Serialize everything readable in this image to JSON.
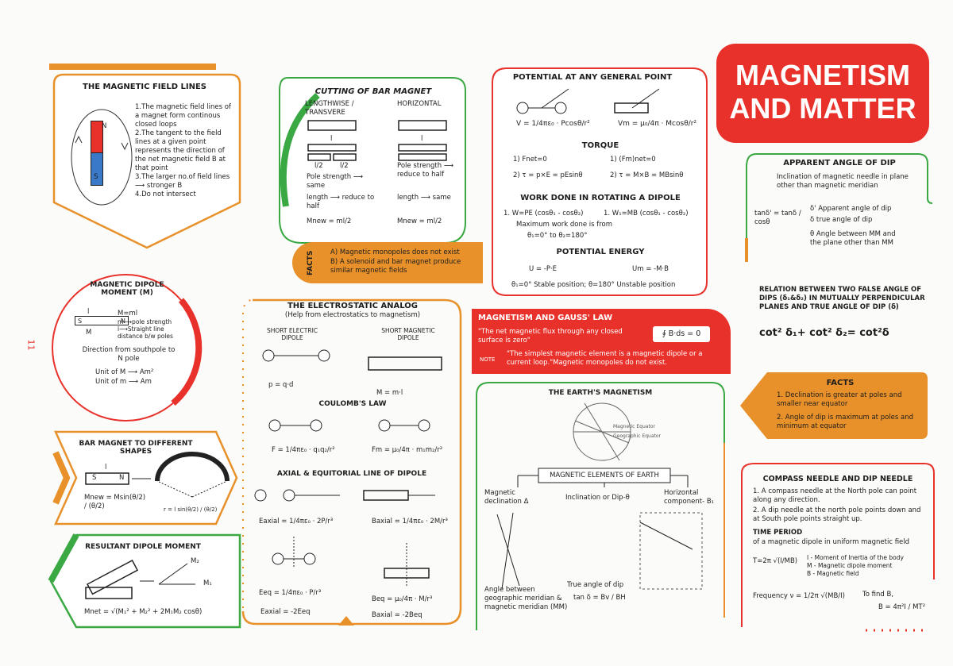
{
  "page_number": "11",
  "title": {
    "line1": "MAGNETISM",
    "line2": "AND MATTER"
  },
  "colors": {
    "red": "#e8312b",
    "green": "#3aa843",
    "orange": "#e8912a"
  },
  "field_lines": {
    "heading": "THE MAGNETIC FIELD LINES",
    "magnet_labels": {
      "n": "N",
      "s": "S"
    },
    "points": [
      "1.The magnetic field lines of a magnet form continous closed loops",
      "2.The tangent to the field lines at a given point represents the direction of the net magnetic field B at that point",
      "3.The larger no.of field lines ⟶ stronger B",
      "4.Do not intersect"
    ]
  },
  "cutting": {
    "heading": "CUTTING OF BAR MAGNET",
    "lengthwise": "LENGTHWISE / TRANSVERE",
    "horizontal": "HORIZONTAL",
    "half_labels": [
      "l/2",
      "l/2"
    ],
    "l_label": "l",
    "lw_pole": "Pole strength ⟶ same",
    "lw_length": "length ⟶ reduce to half",
    "lw_formula": "Mnew = ml/2",
    "hz_pole": "Pole strength ⟶ reduce to half",
    "hz_length": "length ⟶ same",
    "hz_formula": "Mnew = ml/2"
  },
  "facts_box": {
    "tab": "FACTS",
    "a": "A) Magnetic monopoles does not exist",
    "b": "B) A solenoid and bar magnet produce similar magnetic fields"
  },
  "potential": {
    "heading": "POTENTIAL AT ANY GENERAL POINT",
    "v_e": "V = 1/4πε₀ · Pcosθ/r²",
    "v_m": "Vm = μ₀/4π · Mcosθ/r²",
    "torque_heading": "TORQUE",
    "t1": "1) Fnet=0",
    "t1m": "1) (Fm)net=0",
    "t2": "2) τ = p×E = pEsinθ",
    "t2m": "2) τ = M×B = MBsinθ",
    "work_heading": "WORK DONE IN ROTATING A DIPOLE",
    "w_e": "1. W=PE (cosθ₁ - cosθ₂)",
    "w_m": "1. W₁=MB (cosθ₁ - cosθ₂)",
    "max_work": "Maximum work done is from",
    "max_work_range": "θ₁=0° to θ₂=180°",
    "pe_heading": "POTENTIAL ENERGY",
    "u_e": "U = -P·E",
    "u_m": "Um = -M·B",
    "stable": "θ₁=0° Stable position; θ=180° Unstable position"
  },
  "dip_angle": {
    "heading": "APPARENT ANGLE OF DIP",
    "desc": "Inclination of magnetic needle in plane other than magnetic meridian",
    "formula": "tanδ' = tanδ / cosθ",
    "legend": [
      "δ' Apparent angle of dip",
      "δ true angle of dip",
      "θ Angle between MM and the plane other than MM"
    ]
  },
  "dipole_moment": {
    "heading": "MAGNETIC DIPOLE MOMENT (M)",
    "l_label": "l",
    "m_label": "M",
    "lines": [
      "M=ml",
      "m⟶pole strength",
      "l⟶Straight line distance b/w poles"
    ],
    "direction": "Direction from southpole to N pole",
    "unit_M": "Unit of M ⟶ Am²",
    "unit_m": "Unit of m ⟶ Am"
  },
  "electrostatic": {
    "heading": "THE ELECTROSTATIC ANALOG",
    "subheading": "(Help from electrostatics to magnetism)",
    "short_electric": "SHORT ELECTRIC DIPOLE",
    "short_magnetic": "SHORT MAGNETIC DIPOLE",
    "p_eq": "p = q·d",
    "m_eq": "M = m·l",
    "coulomb": "COULOMB'S LAW",
    "f_e": "F = 1/4πε₀ · q₁q₂/r²",
    "f_m": "Fm = μ₀/4π · m₁m₂/r²",
    "axial": "AXIAL & EQUITORIAL LINE OF DIPOLE",
    "e_axial": "Eaxial = 1/4πε₀ · 2P/r³",
    "b_axial": "Baxial = 1/4πε₀ · 2M/r³",
    "e_eq": "Eeq = 1/4πε₀ · P/r³",
    "b_eq": "Beq = μ₀/4π · M/r³",
    "e_rel": "Eaxial = -2Eeq",
    "b_rel": "Baxial = -2Beq"
  },
  "gauss": {
    "heading": "MAGNETISM AND GAUSS' LAW",
    "statement": "\"The net magnetic flux through any closed surface is zero\"",
    "formula": "∮ B·ds = 0",
    "note_label": "NOTE",
    "note": "\"The simplest magnetic element is a magnetic dipole or a current loop.\"Magnetic monopoles do not exist."
  },
  "false_dip": {
    "heading": "RELATION BETWEEN TWO FALSE ANGLE OF DIPS (δ₁&δ₂) IN MUTUALLY PERPENDICULAR PLANES AND TRUE ANGLE OF DIP (δ)",
    "formula": "cot² δ₁+ cot² δ₂= cot²δ"
  },
  "facts2": {
    "heading": "FACTS",
    "p1": "1. Declination is greater at poles and smaller near equator",
    "p2": "2. Angle of dip is maximum at poles and minimum at equator"
  },
  "bar_shapes": {
    "heading": "BAR MAGNET TO DIFFERENT SHAPES",
    "l_label": "l",
    "formula": "Mnew = Msin(θ/2) / (θ/2)",
    "r_formula": "r = l sin(θ/2) / (θ/2)"
  },
  "resultant": {
    "heading": "RESULTANT DIPOLE MOMENT",
    "m1": "M₁",
    "m2": "M₂",
    "formula": "Mnet = √(M₁² + M₂² + 2M₁M₂ cosθ)"
  },
  "earth": {
    "heading": "THE EARTH'S MAGNETISM",
    "elements": "MAGNETIC ELEMENTS OF EARTH",
    "declination": "Magnetic declination Δ",
    "inclination": "Inclination or Dip-θ",
    "horizontal": "Horizontal component- B₁",
    "angle_between": "Angle between geographic meridian & magnetic meridian (MM)",
    "true_dip": "True angle of dip",
    "true_dip_formula": "tan δ = Bv / BH",
    "magnetic_equator": "Magnetic Equator",
    "geographic_equator": "Geographic Equator"
  },
  "compass": {
    "heading": "COMPASS NEEDLE AND DIP NEEDLE",
    "p1": "1. A compass needle at the North pole can point along any direction.",
    "p2": "2. A dip needle at the north pole points down and at South pole points straight up.",
    "tp_heading": "TIME PERIOD",
    "tp_desc": "of a magnetic dipole in uniform magnetic field",
    "tp_formula": "T=2π √(I/MB)",
    "tp_legend": [
      "I - Moment of Inertia of the body",
      "M - Magnetic dipole moment",
      "B - Magnetic field"
    ],
    "freq": "Frequency ν = 1/2π √(MB/I)",
    "find_b": "To find B,",
    "find_b_formula": "B = 4π²I / MT²"
  }
}
